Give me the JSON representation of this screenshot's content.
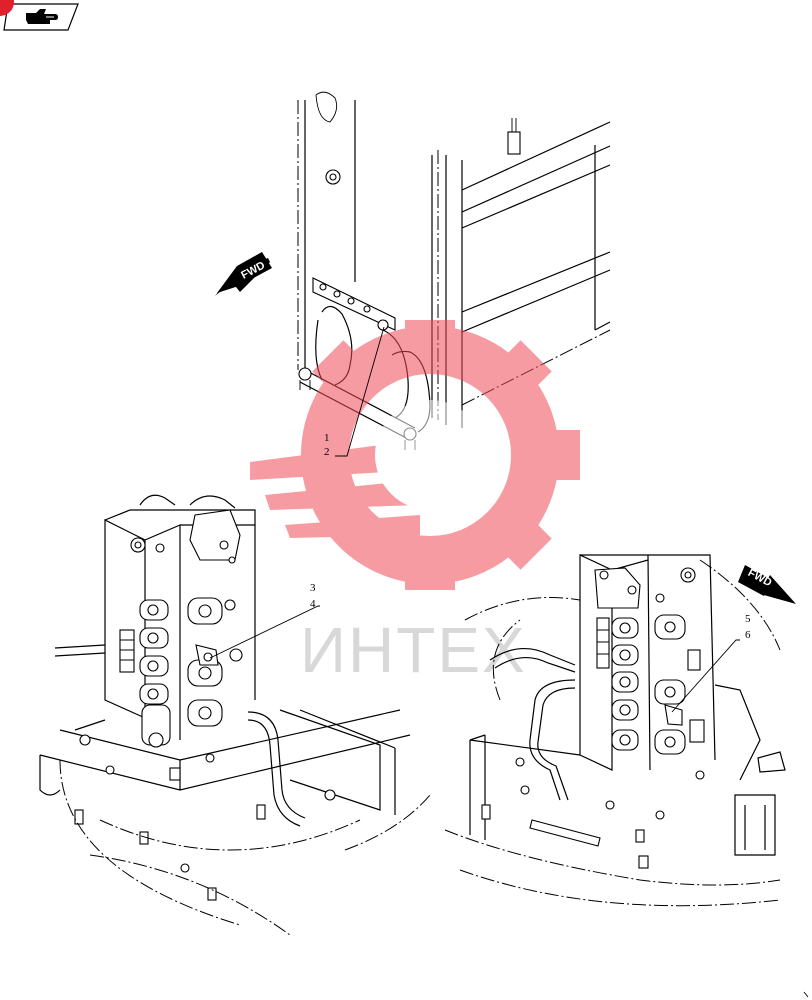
{
  "header": {
    "nav_icon": "hand-pointer-icon",
    "nav_badge_color": "#e0202a"
  },
  "callouts": {
    "c1": "1",
    "c2": "2",
    "c3": "3",
    "c4": "4",
    "c5": "5",
    "c6": "6"
  },
  "arrows": {
    "fwd_left": "FWD",
    "fwd_right": "FWD"
  },
  "watermark": {
    "text": "ИНТЕХ",
    "color": "#f04a55",
    "icon": "gear-logo-icon"
  }
}
